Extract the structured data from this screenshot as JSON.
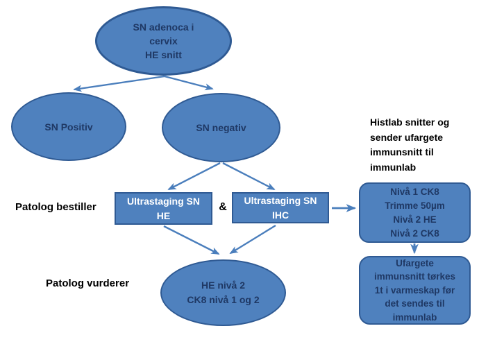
{
  "diagram": {
    "background": "#ffffff",
    "colors": {
      "node_fill": "#4f81be",
      "node_border": "#2f5a93",
      "node_text_dark": "#1f3864",
      "node_text_light": "#ffffff",
      "arrow": "#4a7ebc",
      "label_text": "#000000"
    },
    "nodes": {
      "sn_adenoca": {
        "shape": "ellipse",
        "lines": [
          "SN adenoca i",
          "cervix",
          "HE snitt"
        ]
      },
      "sn_positiv": {
        "shape": "ellipse",
        "lines": [
          "SN Positiv"
        ]
      },
      "sn_negativ": {
        "shape": "ellipse",
        "lines": [
          "SN negativ"
        ]
      },
      "ultrastaging_he": {
        "shape": "rect",
        "lines": [
          "Ultrastaging SN",
          "HE"
        ]
      },
      "ultrastaging_ihc": {
        "shape": "rect",
        "lines": [
          "Ultrastaging SN",
          "IHC"
        ]
      },
      "niva_ck8": {
        "shape": "rounded-rect",
        "lines": [
          "Nivå 1 CK8",
          "Trimme 50µm",
          "Nivå 2 HE",
          "Nivå 2 CK8"
        ]
      },
      "ufargete": {
        "shape": "rounded-rect",
        "lines": [
          "Ufargete",
          "immunsnitt tørkes",
          "1t i varmeskap før",
          "det sendes til",
          "immunlab"
        ]
      },
      "he_niva2": {
        "shape": "ellipse",
        "lines": [
          "HE nivå 2",
          "CK8 nivå 1 og 2"
        ]
      }
    },
    "connector_label": "&",
    "labels": {
      "patolog_bestiller": "Patolog bestiller",
      "patolog_vurderer": "Patolog vurderer",
      "histlab_note": {
        "lines": [
          "Histlab snitter og",
          "sender ufargete",
          "immunsnitt til",
          "immunlab"
        ]
      }
    }
  }
}
